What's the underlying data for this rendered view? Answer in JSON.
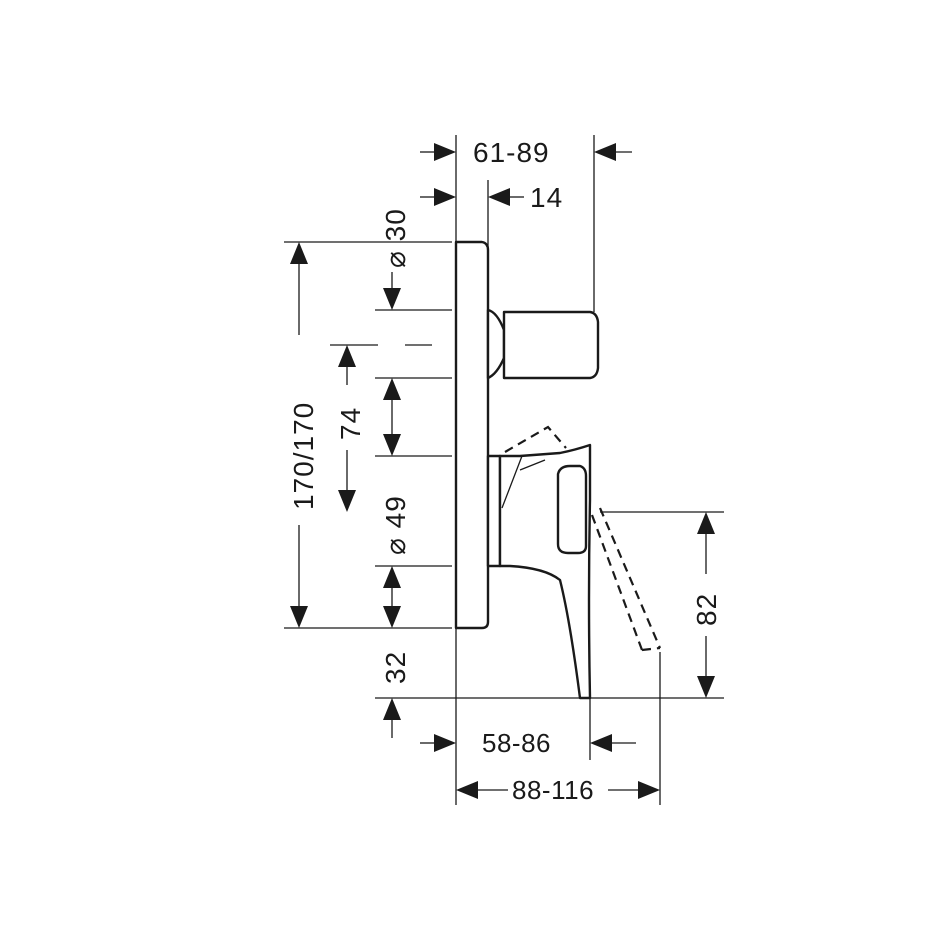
{
  "dimensions": {
    "width_lever_depth": "61-89",
    "plate_thickness": "14",
    "diameter_top": "⌀ 30",
    "overall_height": "170/170",
    "spacing_74": "74",
    "diameter_lower": "⌀ 49",
    "bottom_offset": "32",
    "lever_height": "82",
    "depth_58_86": "58-86",
    "depth_88_116": "88-116"
  }
}
